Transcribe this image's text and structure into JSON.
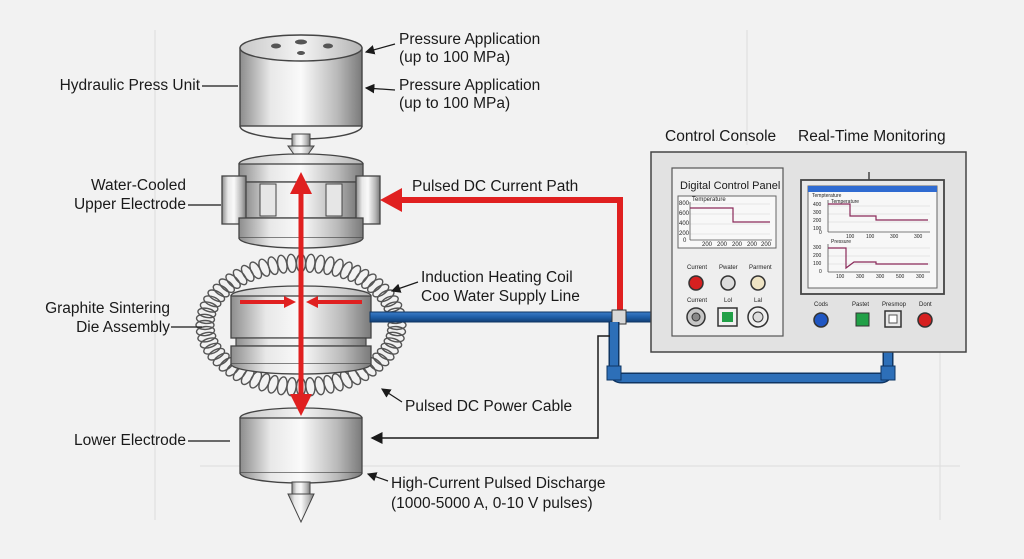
{
  "labels": {
    "hydraulic_press": "Hydraulic Press Unit",
    "pressure_1_line1": "Pressure Application",
    "pressure_1_line2": "(up to 100 MPa)",
    "pressure_2_line1": "Pressure Application",
    "pressure_2_line2": "(up to 100 MPa)",
    "upper_electrode_line1": "Water-Cooled",
    "upper_electrode_line2": "Upper Electrode",
    "pulsed_path": "Pulsed DC Current Path",
    "induction_coil": "Induction Heating Coil",
    "water_supply": "Coo Water Supply Line",
    "die_line1": "Graphite Sintering",
    "die_line2": "Die Assembly",
    "power_cable": "Pulsed DC Power Cable",
    "lower_electrode": "Lower Electrode",
    "discharge_line1": "High-Current Pulsed Discharge",
    "discharge_line2": "(1000-5000 A, 0-10 V pulses)",
    "control_console": "Control Console",
    "real_time": "Real-Time Monitoring"
  },
  "console": {
    "panel_title": "Digital Control Panel",
    "chart1_title": "Temperature",
    "chart1_yticks": [
      "800",
      "600",
      "400",
      "200",
      "0"
    ],
    "chart1_xticks": [
      "200",
      "200",
      "200",
      "200",
      "200"
    ],
    "knob_labels_row1": [
      "Current",
      "Pwater",
      "Parment"
    ],
    "knob_labels_row2": [
      "Current",
      "Lol",
      "Lal"
    ],
    "monitor_header": "Tempterature",
    "monitor_chart1_title": "Temperature",
    "monitor_chart2_title": "Pressure",
    "monitor_chart1_yticks": [
      "400",
      "300",
      "200",
      "100",
      "0"
    ],
    "monitor_chart1_xticks": [
      "100",
      "100",
      "300",
      "300"
    ],
    "monitor_chart2_yticks": [
      "300",
      "200",
      "100",
      "0"
    ],
    "monitor_chart2_xticks": [
      "100",
      "300",
      "300",
      "500",
      "300"
    ],
    "bottom_labels": [
      "Cods",
      "Pastet",
      "Presmop",
      "Dont"
    ]
  },
  "colors": {
    "current_arrow": "#e02020",
    "water_pipe": "#1f5fa8",
    "indicator_red": "#d62020",
    "indicator_green": "#21a047",
    "indicator_blue": "#1f56c2",
    "plot_line": "#8a2a5a"
  }
}
